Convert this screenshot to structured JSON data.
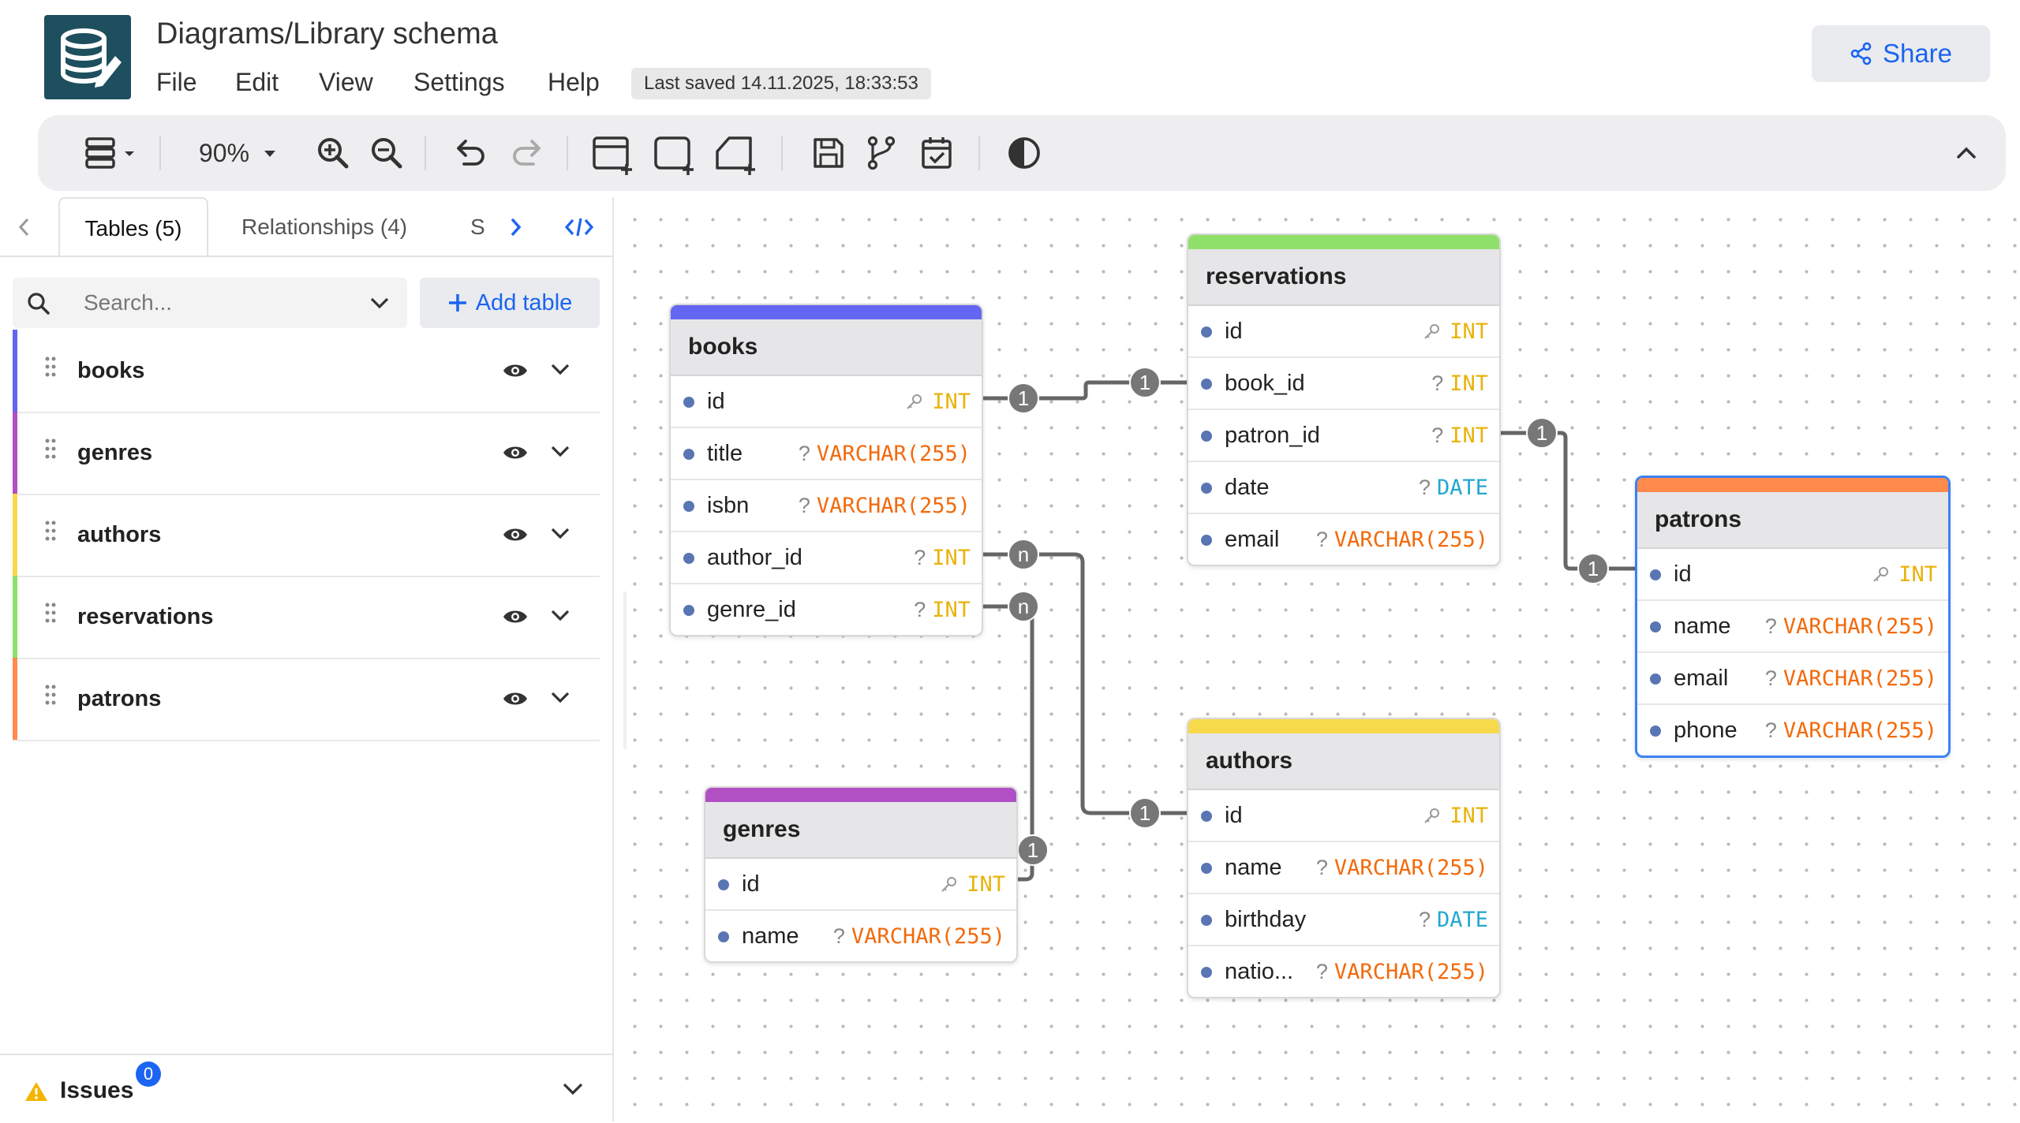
{
  "header": {
    "title": "Diagrams/Library schema",
    "menu": [
      "File",
      "Edit",
      "View",
      "Settings",
      "Help"
    ],
    "last_saved": "Last saved 14.11.2025, 18:33:53",
    "share_label": "Share"
  },
  "toolbar": {
    "zoom": "90%"
  },
  "sidebar": {
    "tabs": [
      "Tables (5)",
      "Relationships (4)",
      "S"
    ],
    "search_placeholder": "Search...",
    "add_table_label": "Add table",
    "tables": [
      {
        "name": "books",
        "color": "#6366f1"
      },
      {
        "name": "genres",
        "color": "#b14fc5"
      },
      {
        "name": "authors",
        "color": "#f7d94c"
      },
      {
        "name": "reservations",
        "color": "#8ee06a"
      },
      {
        "name": "patrons",
        "color": "#ff8a4c"
      }
    ],
    "issues_label": "Issues",
    "issues_count": "0"
  },
  "diagram": {
    "tables": {
      "books": {
        "title": "books",
        "color": "#6366f1",
        "fields": [
          {
            "name": "id",
            "mark": "key",
            "type": "INT"
          },
          {
            "name": "title",
            "mark": "?",
            "type": "VARCHAR(255)"
          },
          {
            "name": "isbn",
            "mark": "?",
            "type": "VARCHAR(255)"
          },
          {
            "name": "author_id",
            "mark": "?",
            "type": "INT"
          },
          {
            "name": "genre_id",
            "mark": "?",
            "type": "INT"
          }
        ]
      },
      "reservations": {
        "title": "reservations",
        "color": "#8ee06a",
        "fields": [
          {
            "name": "id",
            "mark": "key",
            "type": "INT"
          },
          {
            "name": "book_id",
            "mark": "?",
            "type": "INT"
          },
          {
            "name": "patron_id",
            "mark": "?",
            "type": "INT"
          },
          {
            "name": "date",
            "mark": "?",
            "type": "DATE"
          },
          {
            "name": "email",
            "mark": "?",
            "type": "VARCHAR(255)"
          }
        ]
      },
      "patrons": {
        "title": "patrons",
        "color": "#ff8a4c",
        "fields": [
          {
            "name": "id",
            "mark": "key",
            "type": "INT"
          },
          {
            "name": "name",
            "mark": "?",
            "type": "VARCHAR(255)"
          },
          {
            "name": "email",
            "mark": "?",
            "type": "VARCHAR(255)"
          },
          {
            "name": "phone",
            "mark": "?",
            "type": "VARCHAR(255)"
          }
        ]
      },
      "genres": {
        "title": "genres",
        "color": "#b14fc5",
        "fields": [
          {
            "name": "id",
            "mark": "key",
            "type": "INT"
          },
          {
            "name": "name",
            "mark": "?",
            "type": "VARCHAR(255)"
          }
        ]
      },
      "authors": {
        "title": "authors",
        "color": "#f7d94c",
        "fields": [
          {
            "name": "id",
            "mark": "key",
            "type": "INT"
          },
          {
            "name": "name",
            "mark": "?",
            "type": "VARCHAR(255)"
          },
          {
            "name": "birthday",
            "mark": "?",
            "type": "DATE"
          },
          {
            "name": "natio...",
            "mark": "?",
            "type": "VARCHAR(255)"
          }
        ]
      }
    },
    "cardinality": {
      "one": "1",
      "many": "n"
    }
  }
}
